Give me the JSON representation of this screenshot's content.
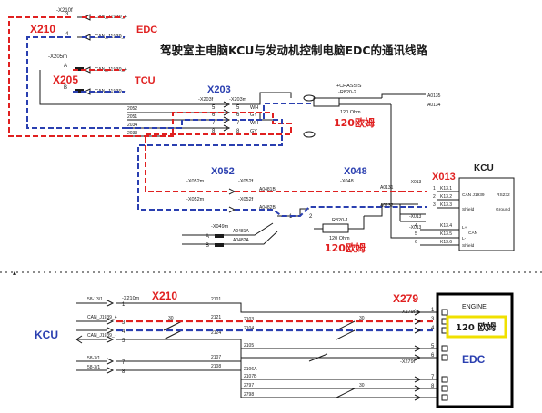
{
  "title": "驾驶室主电脑KCU与发动机控制电脑EDC的通讯线路",
  "colors": {
    "can_high": "#e02020",
    "can_low": "#2a3fb0",
    "label_blue": "#2a3fb0",
    "label_red": "#e02020",
    "wire": "#1a1a1a",
    "edc_box": "#000000",
    "resistor_box": "#f0e000"
  },
  "top": {
    "labels": {
      "x210": "X210",
      "edc": "EDC",
      "x205": "X205",
      "tcu": "TCU",
      "x203": "X203",
      "x052": "X052",
      "x048": "X048",
      "x013": "X013",
      "kcu": "KCU",
      "ohm1": "120欧姆",
      "ohm2": "120欧姆"
    },
    "pins": {
      "x210f": "-X210f",
      "x210_3": "3",
      "x210_4": "4",
      "can_h_1": "CAN_J1939_+",
      "can_l_1": "CAN_J1939_-",
      "x205m": "-X205m",
      "x205_a": "A",
      "x205_b": "B",
      "can_h_2": "CAN_J1939_+",
      "can_l_2": "CAN_J1939_-",
      "w2052": "2052",
      "w2051": "2051",
      "w2034": "2034",
      "w2033": "2033",
      "x203f": "-X203f",
      "x203m": "-X203m",
      "p5a": "5",
      "p6a": "6",
      "p7a": "7",
      "p8a": "8",
      "p5b": "5",
      "p6b": "6",
      "p7b": "7",
      "p8b": "8",
      "wh": "WH",
      "gy": "GY",
      "wh2": "WH",
      "gy2": "GY",
      "chassis": "+CHASSIS",
      "r820": "-R820-2",
      "r120": "120 Ohm",
      "a0135": "A0135",
      "a0134": "A0134",
      "x052m_1": "-X052m",
      "x052f_1": "-X052f",
      "x052m_2": "-X052m",
      "x052f_2": "-X052f",
      "a0481b": "A0481B",
      "a0482b": "A0482B",
      "x048": "-X048",
      "p1": "1",
      "p2": "2",
      "a0131": "A0131",
      "a0132": "A0132",
      "x013_1": "-X013",
      "x013_2": "-X013",
      "x013_3": "-X013",
      "k13_1": "K13.1",
      "k13_2": "K13.2",
      "k13_3": "K13.3",
      "k13_4": "K13.4",
      "k13_5": "K13.5",
      "k13_6": "K13.6",
      "can_j1939": "CAN J1939",
      "shield": "Shield",
      "rs232": "RS232",
      "ground": "Ground",
      "l_plus": "L+",
      "can": "CAN",
      "l_minus": "L-",
      "shield2": "Shield",
      "x049m": "-X049m",
      "pin_a": "A",
      "pin_b": "B",
      "a0481a": "A0481A",
      "a0482a": "A0482A",
      "r820_1": "R820-1",
      "r120b": "120 Ohm",
      "k1": "1",
      "k2": "2",
      "k3": "3",
      "k4": "4",
      "k5": "5",
      "k6": "6"
    }
  },
  "bottom": {
    "labels": {
      "kcu": "KCU",
      "x210": "X210",
      "x279": "X279",
      "engine": "ENGINE",
      "ohm": "120 欧姆",
      "edc": "EDC"
    },
    "pins": {
      "x210m": "-X210m",
      "x279f": "-X279f",
      "x279f2": "-X279f",
      "n5613": "58-13/1",
      "can_h": "CAN_J1939_+",
      "can_l": "CAN_J1939_-",
      "n5831": "58-3/1",
      "n5831b": "58-3/1",
      "b1": "1",
      "b3": "3",
      "b4": "4",
      "b5": "5",
      "b7": "7",
      "b8": "8",
      "w2101": "2101",
      "w2103": "2103",
      "w2104": "2104",
      "w2121": "2121",
      "w2124": "2124",
      "w2105": "2105",
      "w2107": "2107",
      "w2108": "2108",
      "w2106a": "2106A",
      "w2107b": "2107B",
      "w2797": "2797",
      "w2798": "2798",
      "n30a": "30",
      "n30b": "30",
      "n30c": "30",
      "e1": "1",
      "e3": "3",
      "e4": "4",
      "e5": "5",
      "e6": "6",
      "e7": "7",
      "e8": "8"
    }
  }
}
